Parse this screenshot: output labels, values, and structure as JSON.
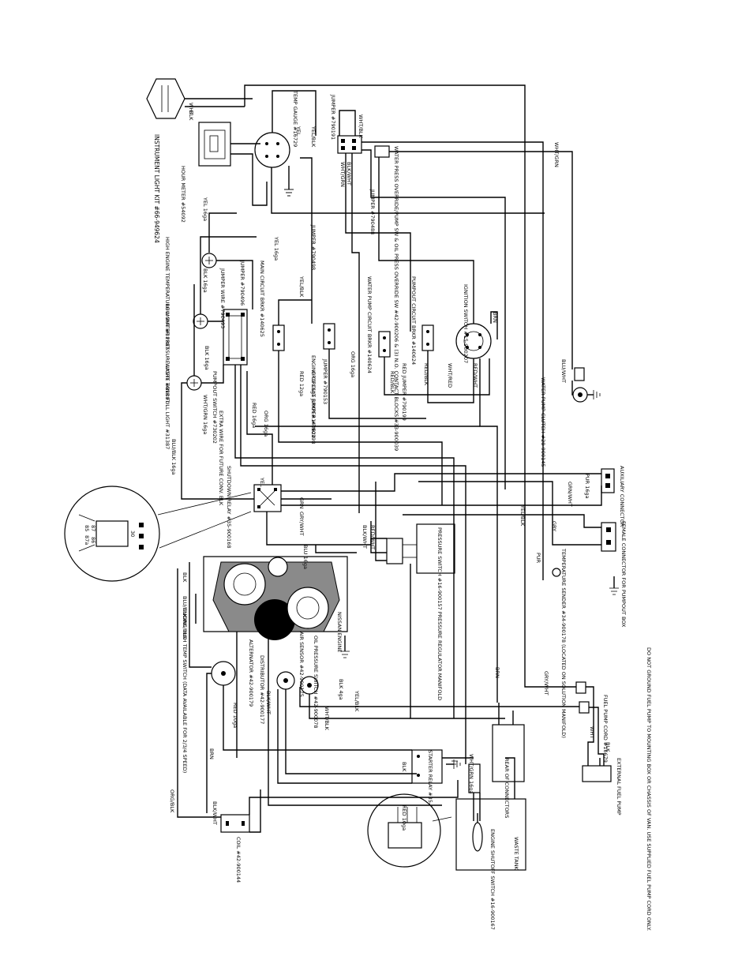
{
  "labels": {
    "instrument_light_kit": "INSTRUMENT LIGHT KIT #66-949624",
    "hour_meter": "HOUR METER #54092",
    "high_engine_temp_light": "HIGH ENGINE TEMPERATURE LIGHT #31387",
    "low_water_pressure_light": "LOW WATER PRESSURE LIGHT #31387",
    "waste_tank_full_light": "WASTE TANK FULL LIGHT #31387",
    "temp_gauge": "TEMP GAUGE #16729",
    "water_press_override": "WATER PRESS OVERRIDE/PUMP SW & OIL PRESS OVERRIDE SW #42-900206 & (3) N.O. CONTACT BLOCKS #33-900039",
    "main_circuit_bkr": "MAIN CIRCUIT BRKR #140625",
    "engine_circuit_bkr": "ENGINE CIRCUIT BRKR #140624",
    "water_pump_circuit_bkr": "WATER PUMP CIRCUIT BRKR #140624",
    "pumpout_circuit_bkr": "PUMPOUT CIRCUIT BRKR #140624",
    "ignition_switch": "IGNITION SWITCH #15-900207",
    "water_pump_clutch": "WATER PUMP CLUTCH #28-900145",
    "pumpout_switch": "PUMPOUT SWITCH #730202",
    "extra_wire": "EXTRA WIRE FOR FUTURE CONV. BLK",
    "shutdown_relay": "SHUTDOWN RELAY #35-900168",
    "engine_high_temp_switch": "ENGINE HIGH TEMP SWITCH (DATA AVAILABLE FOR 2/3/4 SPEED)",
    "alternator": "ALTERNATOR #42-900179",
    "distributor": "DISTRIBUTOR #42-900177",
    "air_sensor": "AIR SENSOR #42-900175",
    "oil_pressure_switch": "OIL PRESSURE SWITCH #42-900078",
    "nissan_engine": "NISSAN ENGINE",
    "starter_relay": "STARTER RELAY #35-900020",
    "engine_shutoff_switch": "ENGINE SHUTOFF SWITCH #16-900167",
    "waste_tank": "WASTE TANK",
    "rear_of_connectors": "REAR OF CONNECTORS",
    "coil": "COIL #42-900144",
    "fuel_pump": "FUEL PUMP CORD #16679",
    "external_fuel_pump": "EXTERNAL FUEL PUMP",
    "fuel_pump_note": "DO NOT GROUND FUEL PUMP TO MOUNTING BOX OR CHASSIS OF VAN. USE SUPPLIED FUEL PUMP CORD ONLY.",
    "temperature_sender": "TEMPERATURE SENDER #34-900178 (LOCATED ON SOLUTION MANIFOLD)",
    "pressure_switch_manifold": "PRESSURE SWITCH #16-900157 PRESSURE REGULATOR MANIFOLD",
    "auxiliary_connector": "AUXILIARY CONNECTOR",
    "female_connector_pumpout": "FEMALE CONNECTOR FOR PUMPOUT BOX"
  },
  "wires": {
    "wht": "WHT",
    "blk": "BLK",
    "yel": "YEL",
    "yel_blk": "YEL/BLK",
    "yel_16ga": "YEL 16ga",
    "blk_16ga": "BLK 16ga",
    "blu_blk_16ga": "BLU/BLK 16ga",
    "wht_grn_16ga": "WHT/GRN 16ga",
    "org_16ga": "ORG 16ga",
    "red_16ga": "RED 16ga",
    "red_12ga": "RED 12ga",
    "red_10ga": "RED 10ga",
    "blk_4ga": "BLK 4ga",
    "blk_10ga": "BLK 10ga",
    "pur": "PUR",
    "brn": "BRN",
    "grn": "GRN",
    "gry": "GRY",
    "blu_wht": "BLU/WHT",
    "blu_blk": "BLU/BLK",
    "grn_wht": "GRN/WHT",
    "gry_wht": "GRY/WHT",
    "yel_wht": "YEL/WHT",
    "org_blk": "ORG/BLK",
    "red_blk": "RED/BLK",
    "red_wht": "RED/WHT",
    "blk_wht": "BLK/WHT",
    "wht_red": "WHT/RED",
    "wht_grn": "WHT/GRN",
    "wht_blk": "WHT/BLK",
    "pur_16ga": "PUR 16ga",
    "blu_16ga": "BLU 16ga",
    "jumper_790191": "JUMPER #790191",
    "jumper_790488": "JUMPER #790488",
    "jumper_790493": "JUMPER WIRE #790493",
    "jumper_790496": "JUMPER #790496",
    "jumper_790498": "JUMPER #790498",
    "jumper_790153": "JUMPER #790153",
    "red_jumper": "RED JUMPER #790199",
    "org_jumper": "ORG 16ga JUMPER #790198"
  },
  "relay_pins": [
    "85",
    "87a",
    "87",
    "86",
    "30"
  ]
}
